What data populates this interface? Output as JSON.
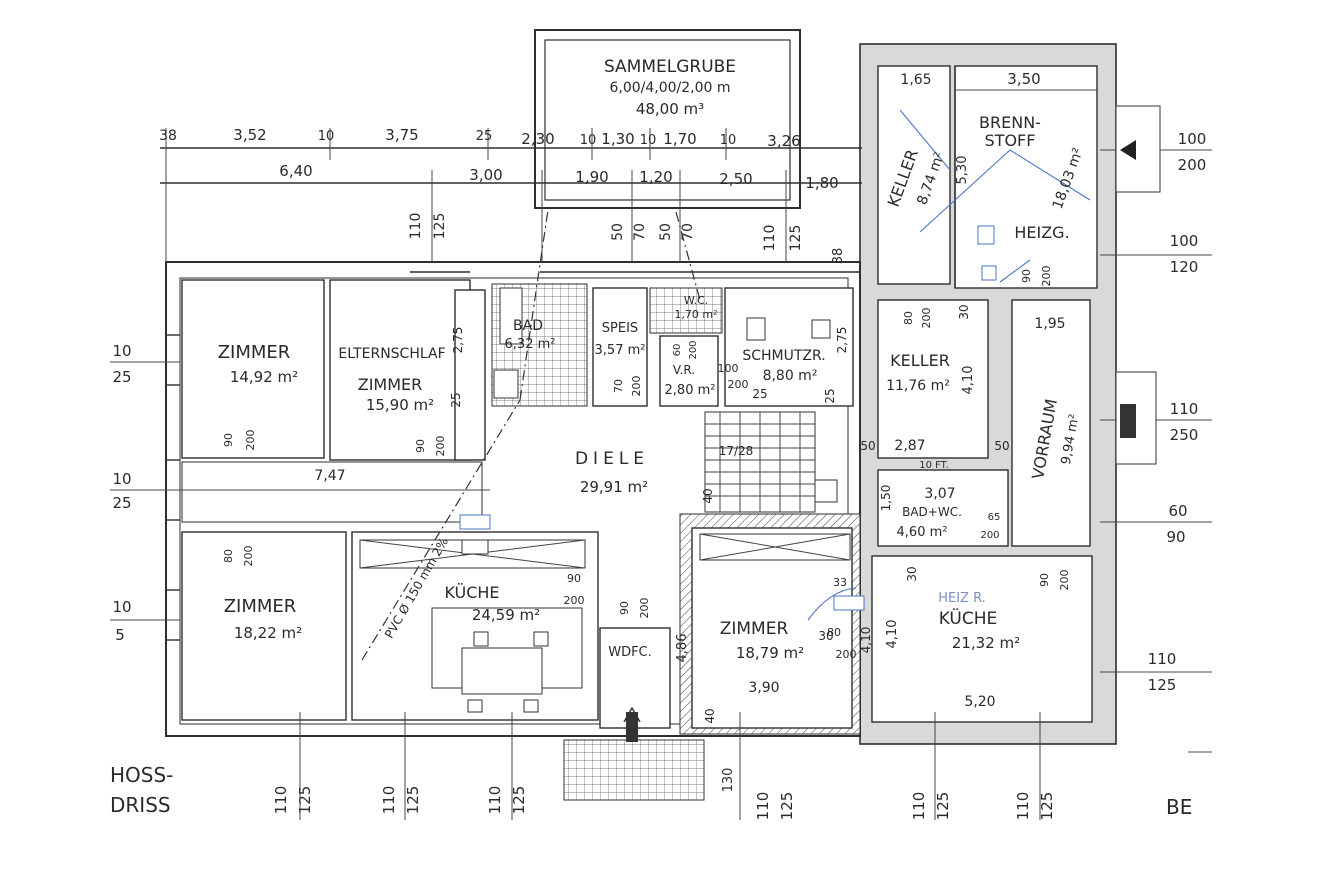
{
  "rooms": {
    "sammelgrube": {
      "name": "SAMMELGRUBE",
      "dims": "6,00/4,00/2,00 m",
      "volume": "48,00 m³"
    },
    "keller_top": {
      "name": "KELLER",
      "area": "8,74 m²"
    },
    "brennstoff": {
      "name1": "BRENN-",
      "name2": "STOFF",
      "area": "18,03 m²"
    },
    "heizg": {
      "name": "HEIZG."
    },
    "zimmer1": {
      "name": "ZIMMER",
      "area": "14,92 m²"
    },
    "elternschlaf": {
      "name1": "ELTERNSCHLAF",
      "name2": "ZIMMER",
      "area": "15,90 m²"
    },
    "bad": {
      "name": "BAD",
      "area": "6,32 m²"
    },
    "speis": {
      "name": "SPEIS",
      "area": "3,57 m²"
    },
    "wc": {
      "name": "W.C.",
      "area": "1,70 m²"
    },
    "vr": {
      "name": "V.R.",
      "area": "2,80 m²"
    },
    "schmutz": {
      "name": "SCHMUTZR.",
      "area": "8,80 m²"
    },
    "keller_mid": {
      "name": "KELLER",
      "area": "11,76 m²"
    },
    "vorraum": {
      "name": "VORRAUM",
      "area": "9,94 m²"
    },
    "diele": {
      "name": "DIELE",
      "area": "29,91 m²"
    },
    "badwc": {
      "name": "BAD+WC.",
      "area": "4,60 m²"
    },
    "zimmer2": {
      "name": "ZIMMER",
      "area": "18,22 m²"
    },
    "kueche": {
      "name": "KÜCHE",
      "area": "24,59 m²"
    },
    "wdfc": {
      "name": "WDFC."
    },
    "zimmer3": {
      "name": "ZIMMER",
      "area": "18,79 m²"
    },
    "kueche2": {
      "name": "KÜCHE",
      "area": "21,32 m²",
      "note": "HEIZ R."
    }
  },
  "dimensions": {
    "top_row": [
      "38",
      "3,52",
      "10",
      "3,75",
      "25",
      "2,30",
      "10",
      "1,30",
      "10",
      "1,70",
      "10",
      "3,26"
    ],
    "second_row": [
      "6,40",
      "3,00",
      "1,90",
      "1,20",
      "2,50",
      "1,80"
    ],
    "keller_top": [
      "1,65",
      "3,50",
      "5,30"
    ],
    "vertical_top": [
      "110",
      "125",
      "50",
      "70",
      "50",
      "70",
      "110",
      "125",
      "38"
    ],
    "left": [
      "10",
      "25",
      "10",
      "25",
      "10",
      "5"
    ],
    "right": [
      "100",
      "200",
      "100",
      "120",
      "110",
      "250",
      "60",
      "90",
      "110",
      "125"
    ],
    "bottom": [
      "110",
      "125",
      "110",
      "125",
      "110",
      "125",
      "130",
      "110",
      "125",
      "110",
      "125",
      "110",
      "125"
    ],
    "inner": [
      "7,47",
      "2,87",
      "3,07",
      "1,95",
      "3,90",
      "5,20",
      "4,86",
      "4,10",
      "4,10",
      "4,10",
      "1,50",
      "10 FT.",
      "2,75",
      "2,75",
      "17/28",
      "33",
      "40",
      "40",
      "30",
      "30",
      "30",
      "50",
      "50",
      "25",
      "25",
      "25"
    ],
    "doors": [
      "90",
      "200",
      "90",
      "200",
      "80",
      "200",
      "90",
      "200",
      "90",
      "200",
      "70",
      "200",
      "60",
      "200",
      "100",
      "200",
      "80",
      "200",
      "65",
      "200",
      "90",
      "200",
      "90",
      "200",
      "80",
      "200"
    ]
  },
  "labels": {
    "pvc": "PVC Ø 150 mm 2%",
    "corner_bl1": "HOSS-",
    "corner_bl2": "DRISS",
    "corner_br": "BE"
  },
  "colors": {
    "ink": "#2a2a2a",
    "wall": "#d9d9d9",
    "blue_pen": "#4a74c9"
  }
}
